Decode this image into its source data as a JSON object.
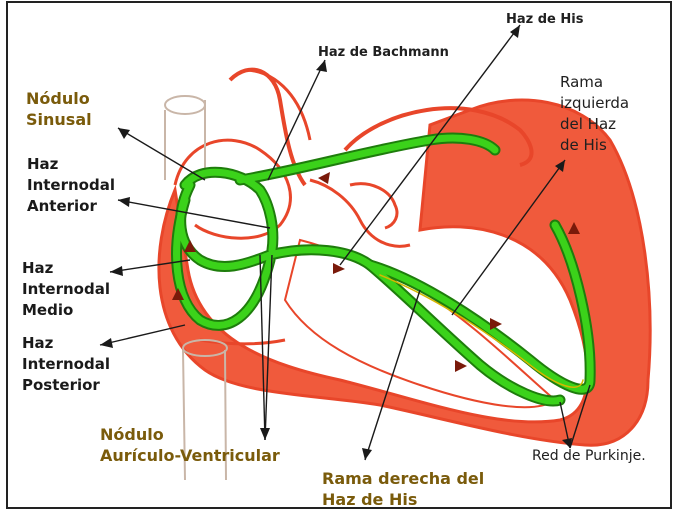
{
  "labels": {
    "nodulo_sinusal": [
      "Nódulo",
      "Sinusal"
    ],
    "internodal_anterior": [
      "Haz",
      "Internodal",
      "Anterior"
    ],
    "internodal_medio": [
      "Haz",
      "Internodal",
      "Medio"
    ],
    "internodal_posterior": [
      "Haz",
      "Internodal",
      "Posterior"
    ],
    "nodulo_av": [
      "Nódulo",
      "Aurículo-Ventricular"
    ],
    "haz_bachmann": "Haz de Bachmann",
    "haz_his": "Haz de His",
    "rama_izquierda": [
      "Rama",
      "izquierda",
      "del Haz",
      "de His"
    ],
    "rama_derecha": [
      "Rama derecha del",
      "Haz de His"
    ],
    "red_purkinje": "Red de Purkinje."
  },
  "colors": {
    "muscle": "#f05a3c",
    "outline": "#e8462a",
    "conduction": "#3bd21a",
    "conduction_edge": "#1e7d0c",
    "gold_text": "#7a5b0b"
  }
}
